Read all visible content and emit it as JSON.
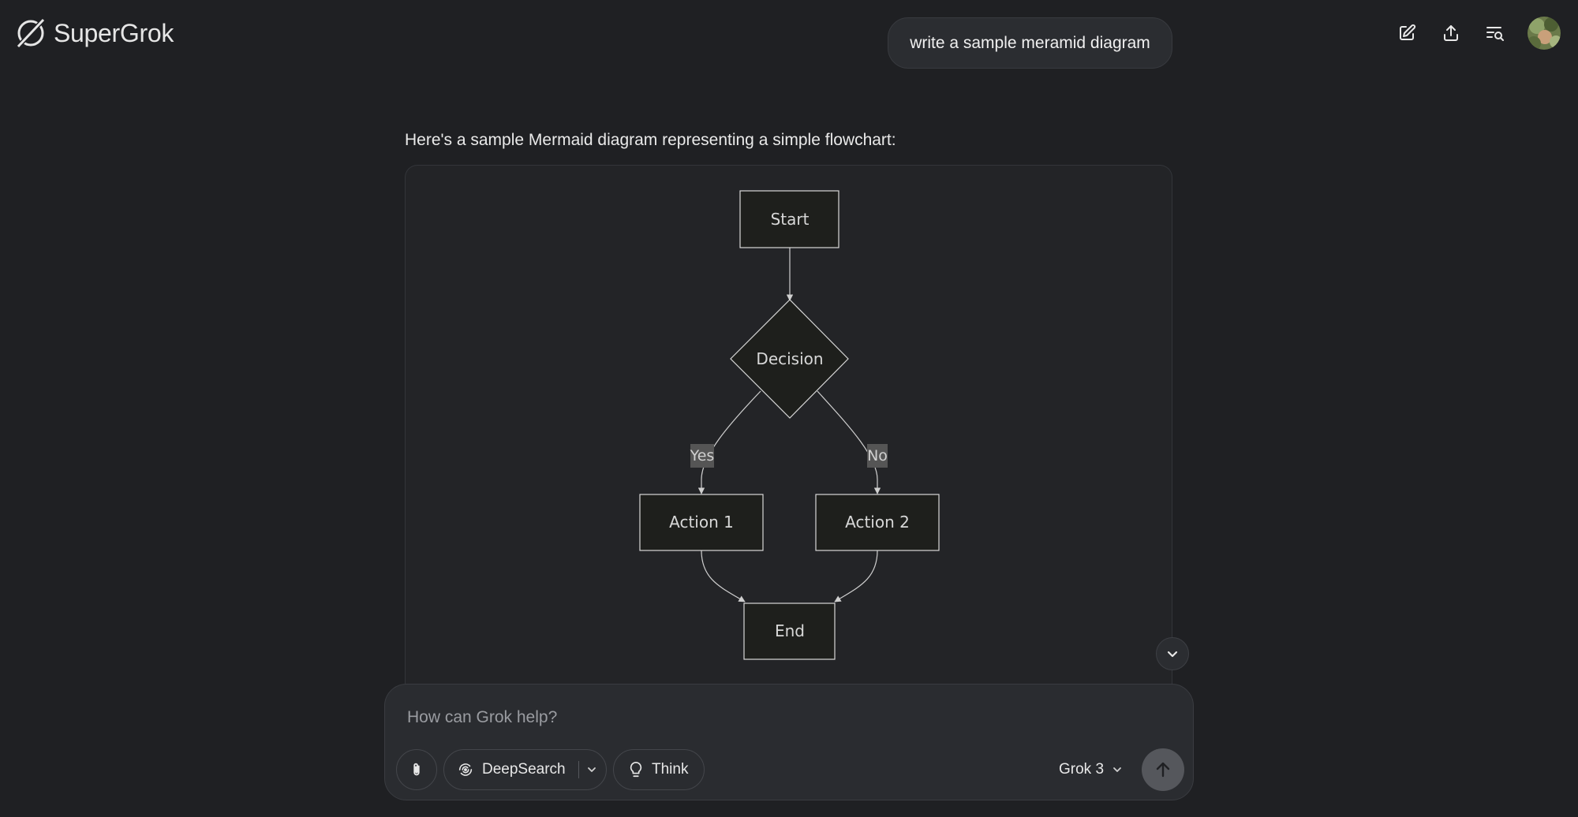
{
  "app": {
    "title": "SuperGrok",
    "icons": [
      "grok-logo-icon",
      "new-chat-icon",
      "share-icon",
      "search-history-icon",
      "avatar"
    ]
  },
  "conversation": {
    "user_message": "write a sample meramid diagram",
    "assistant_intro": "Here's a sample Mermaid diagram representing a simple flowchart:"
  },
  "diagram": {
    "type": "flowchart",
    "nodes": {
      "start": "Start",
      "decision": "Decision",
      "action1": "Action 1",
      "action2": "Action 2",
      "end": "End"
    },
    "edge_labels": {
      "yes": "Yes",
      "no": "No"
    },
    "colors": {
      "node_fill": "#1e1f1c",
      "node_stroke": "#d8d8d8",
      "edge_stroke": "#cfcfcf",
      "label_bg": "#555555"
    }
  },
  "composer": {
    "placeholder": "How can Grok help?",
    "deepsearch_label": "DeepSearch",
    "think_label": "Think",
    "model_label": "Grok 3"
  },
  "colors": {
    "background": "#1f2023",
    "bubble": "#2b2d31",
    "send_button": "#55575c"
  }
}
